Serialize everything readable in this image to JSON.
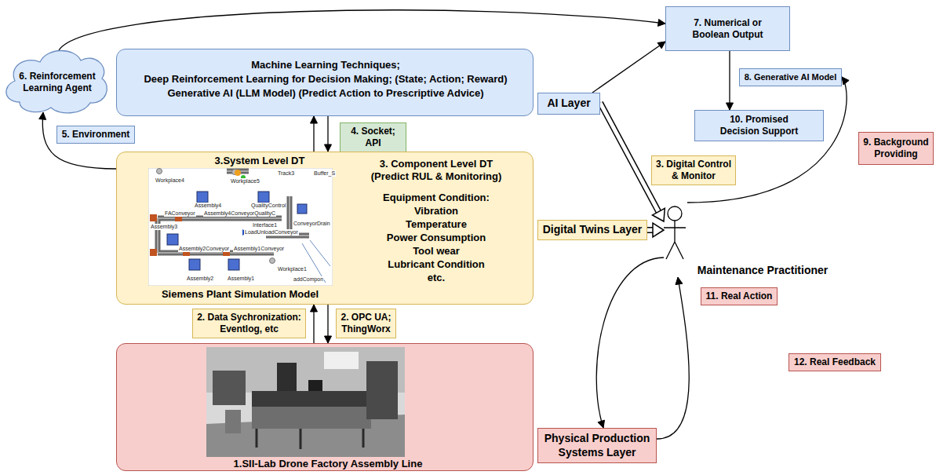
{
  "diagram": {
    "nodes": [
      {
        "text": [
          "6. Reinforcement Learning Agent"
        ]
      },
      {
        "text": [
          "Machine Learning Techniques;",
          "Deep Reinforcement Learning for Decision Making; (State; Action; Reward)",
          "Generative AI (LLM Model) (Predict Action to Prescriptive Advice)"
        ]
      },
      {
        "text": [
          "7. Numerical or Boolean Output"
        ]
      },
      {
        "text": [
          "AI Layer"
        ]
      },
      {
        "text": [
          "8. Generative AI Model"
        ]
      },
      {
        "text": [
          "5. Environment"
        ]
      },
      {
        "text": [
          "4. Socket; API"
        ]
      },
      {
        "text": [
          "10. Promised Decision Support"
        ]
      },
      {
        "text": [
          "9. Background Providing"
        ]
      },
      {
        "text": [
          "3.System Level DT",
          "3. Component Level DT (Predict RUL & Monitoring)",
          "Equipment Condition:",
          "Vibration",
          "Temperature",
          "Power Consumption",
          "Tool wear",
          "Lubricant Condition",
          "etc.",
          "Siemens Plant Simulation Model"
        ]
      },
      {
        "text": [
          "3. Digital Control & Monitor"
        ]
      },
      {
        "text": [
          "Digital Twins Layer"
        ]
      },
      {
        "text": [
          "Maintenance Practitioner"
        ]
      },
      {
        "text": [
          "11. Real Action"
        ]
      },
      {
        "text": [
          "2. Data Sychronization: Eventlog, etc"
        ]
      },
      {
        "text": [
          "2. OPC UA; ThingWorx"
        ]
      },
      {
        "text": [
          "12. Real Feedback"
        ]
      },
      {
        "text": [
          "1.SII-Lab Drone Factory Assembly Line"
        ]
      },
      {
        "text": [
          "Physical Production Systems Layer"
        ]
      }
    ],
    "edges": [
      {
        "from": 0,
        "to": 2,
        "arrow": "to"
      },
      {
        "from": 3,
        "to": 2,
        "arrow": "to"
      },
      {
        "from": 2,
        "to": 7,
        "arrow": "to"
      },
      {
        "from": 3,
        "to": 12,
        "arrow": "to"
      },
      {
        "from": 11,
        "to": 12,
        "arrow": "to"
      },
      {
        "from": 9,
        "to": 0,
        "arrow": "to"
      },
      {
        "from": 1,
        "to": 9,
        "arrow": "to"
      },
      {
        "from": 9,
        "to": 1,
        "arrow": "to"
      },
      {
        "from": 17,
        "to": 9,
        "arrow": "to"
      },
      {
        "from": 9,
        "to": 17,
        "arrow": "to"
      },
      {
        "from": 12,
        "to": 4,
        "arrow": "to"
      },
      {
        "from": 12,
        "to": 18,
        "arrow": "to"
      },
      {
        "from": 18,
        "to": 12,
        "arrow": "to"
      }
    ],
    "labels": [
      "Workplace4",
      "Workplace5",
      "Track3",
      "Buffer_S",
      "Assembly4",
      "QualityControl",
      "FAConveyor",
      "Assembly4ConveyorQualityC",
      "ConveyorDrain",
      "Interface1",
      "LoadUnloadConveyor",
      "Assembly3",
      "Assembly2Conveyor",
      "Assembly1Conveyor",
      "Workplace1",
      "Assembly2",
      "Assembly1",
      "addCompon"
    ]
  }
}
